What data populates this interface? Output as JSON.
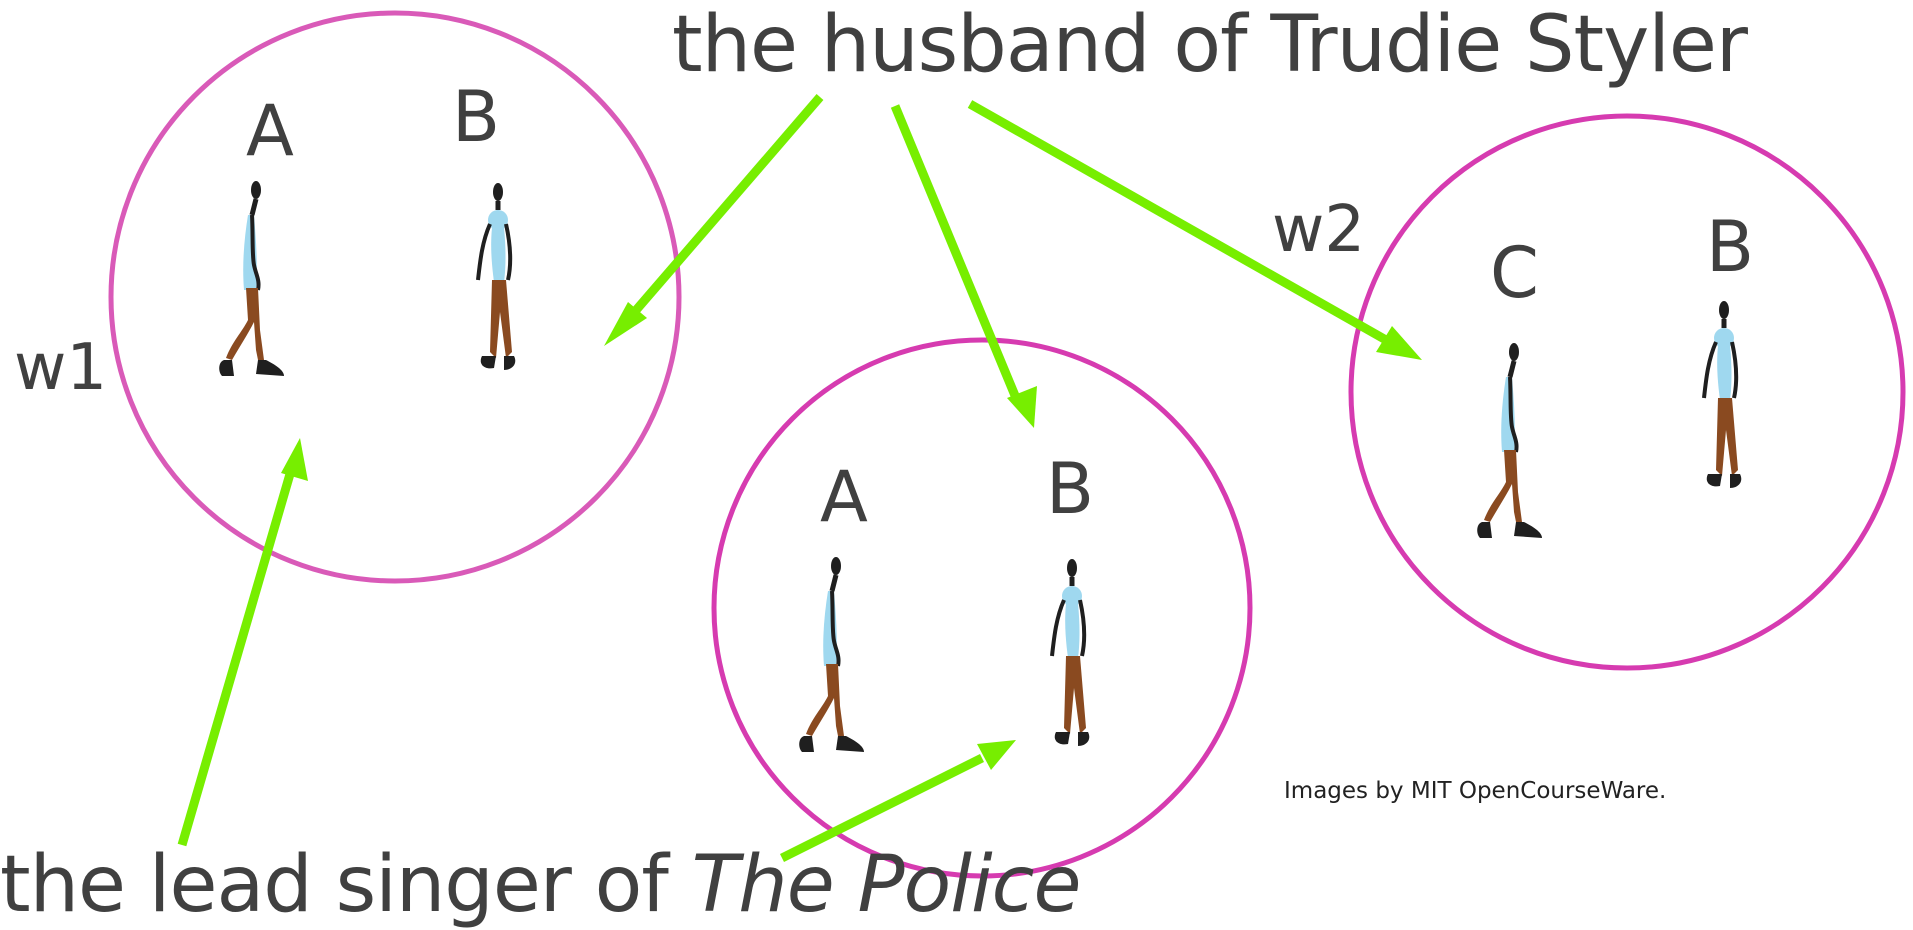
{
  "caption_top": "the husband of Trudie Styler",
  "caption_bottom_prefix": "the lead singer of ",
  "caption_bottom_italic": "The Police",
  "worlds": [
    {
      "label": "w1",
      "people": [
        "A",
        "B"
      ]
    },
    {
      "label": "",
      "people": [
        "A",
        "B"
      ]
    },
    {
      "label": "w2",
      "people": [
        "C",
        "B"
      ]
    }
  ],
  "credit": "Images by MIT OpenCourseWare.",
  "colors": {
    "circle": "#d63bb0",
    "circle_w1": "#d95ab8",
    "arrow": "#77ee00",
    "text": "#404040",
    "figure_shirt": "#9fd8ef",
    "figure_pants": "#8a4a20",
    "figure_skin": "#1f1f1f"
  },
  "icons": [
    "walking-person-icon",
    "standing-person-icon"
  ]
}
